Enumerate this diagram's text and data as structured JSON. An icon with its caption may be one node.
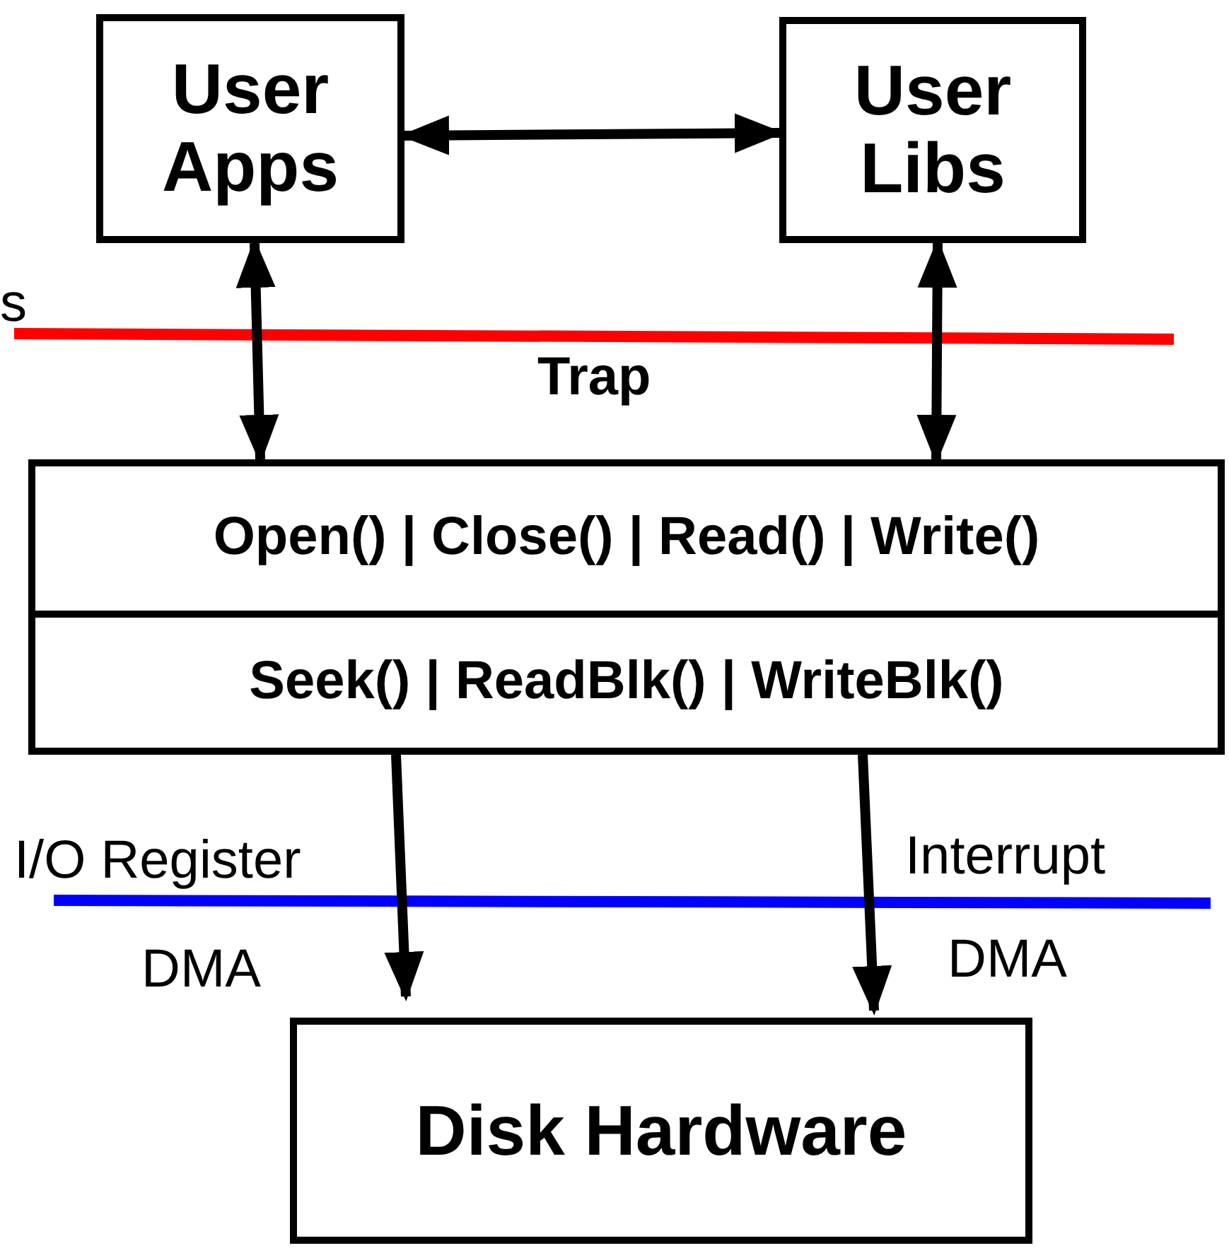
{
  "diagram": {
    "nodes": [
      {
        "text": [
          "User Apps"
        ]
      },
      {
        "text": [
          "User Libs"
        ]
      },
      {
        "text": [
          "Open() | Close() | Read() | Write()"
        ]
      },
      {
        "text": [
          "Seek() | ReadBlk() | WriteBlk()"
        ]
      },
      {
        "text": [
          "Disk Hardware"
        ]
      }
    ],
    "edges": [
      {
        "from": 0,
        "to": 1,
        "arrow": "both"
      },
      {
        "from": 0,
        "to": 2,
        "arrow": "both"
      },
      {
        "from": 1,
        "to": 2,
        "arrow": "both"
      },
      {
        "from": 3,
        "to": 4,
        "arrow": "to"
      },
      {
        "from": 3,
        "to": 4,
        "arrow": "to"
      }
    ],
    "labels": [
      "s",
      "Trap",
      "I/O Register",
      "Interrupt",
      "DMA",
      "DMA"
    ]
  }
}
